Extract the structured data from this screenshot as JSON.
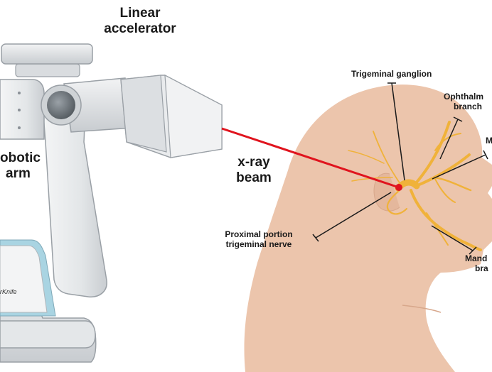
{
  "labels": {
    "linear_accelerator_line1": "Linear",
    "linear_accelerator_line2": "accelerator",
    "robotic_arm_line1": "obotic",
    "robotic_arm_line2": "arm",
    "xray_beam_line1": "x-ray",
    "xray_beam_line2": "beam",
    "trigeminal_ganglion": "Trigeminal ganglion",
    "ophthalmic_line1": "Ophthalm",
    "ophthalmic_line2": "branch",
    "maxillary_partial": "M",
    "proximal_line1": "Proximal portion",
    "proximal_line2": "trigeminal nerve",
    "mandibular_line1": "Mand",
    "mandibular_line2": "bra",
    "brand_text": "rKnife"
  },
  "colors": {
    "beam": "#e0141e",
    "skin": "#ecc5ac",
    "nerve": "#f0b23a",
    "machine_light": "#e6e8ea",
    "machine_mid": "#c8ccd0",
    "machine_dark": "#7f868c",
    "accent_blue": "#a9d4e2"
  }
}
